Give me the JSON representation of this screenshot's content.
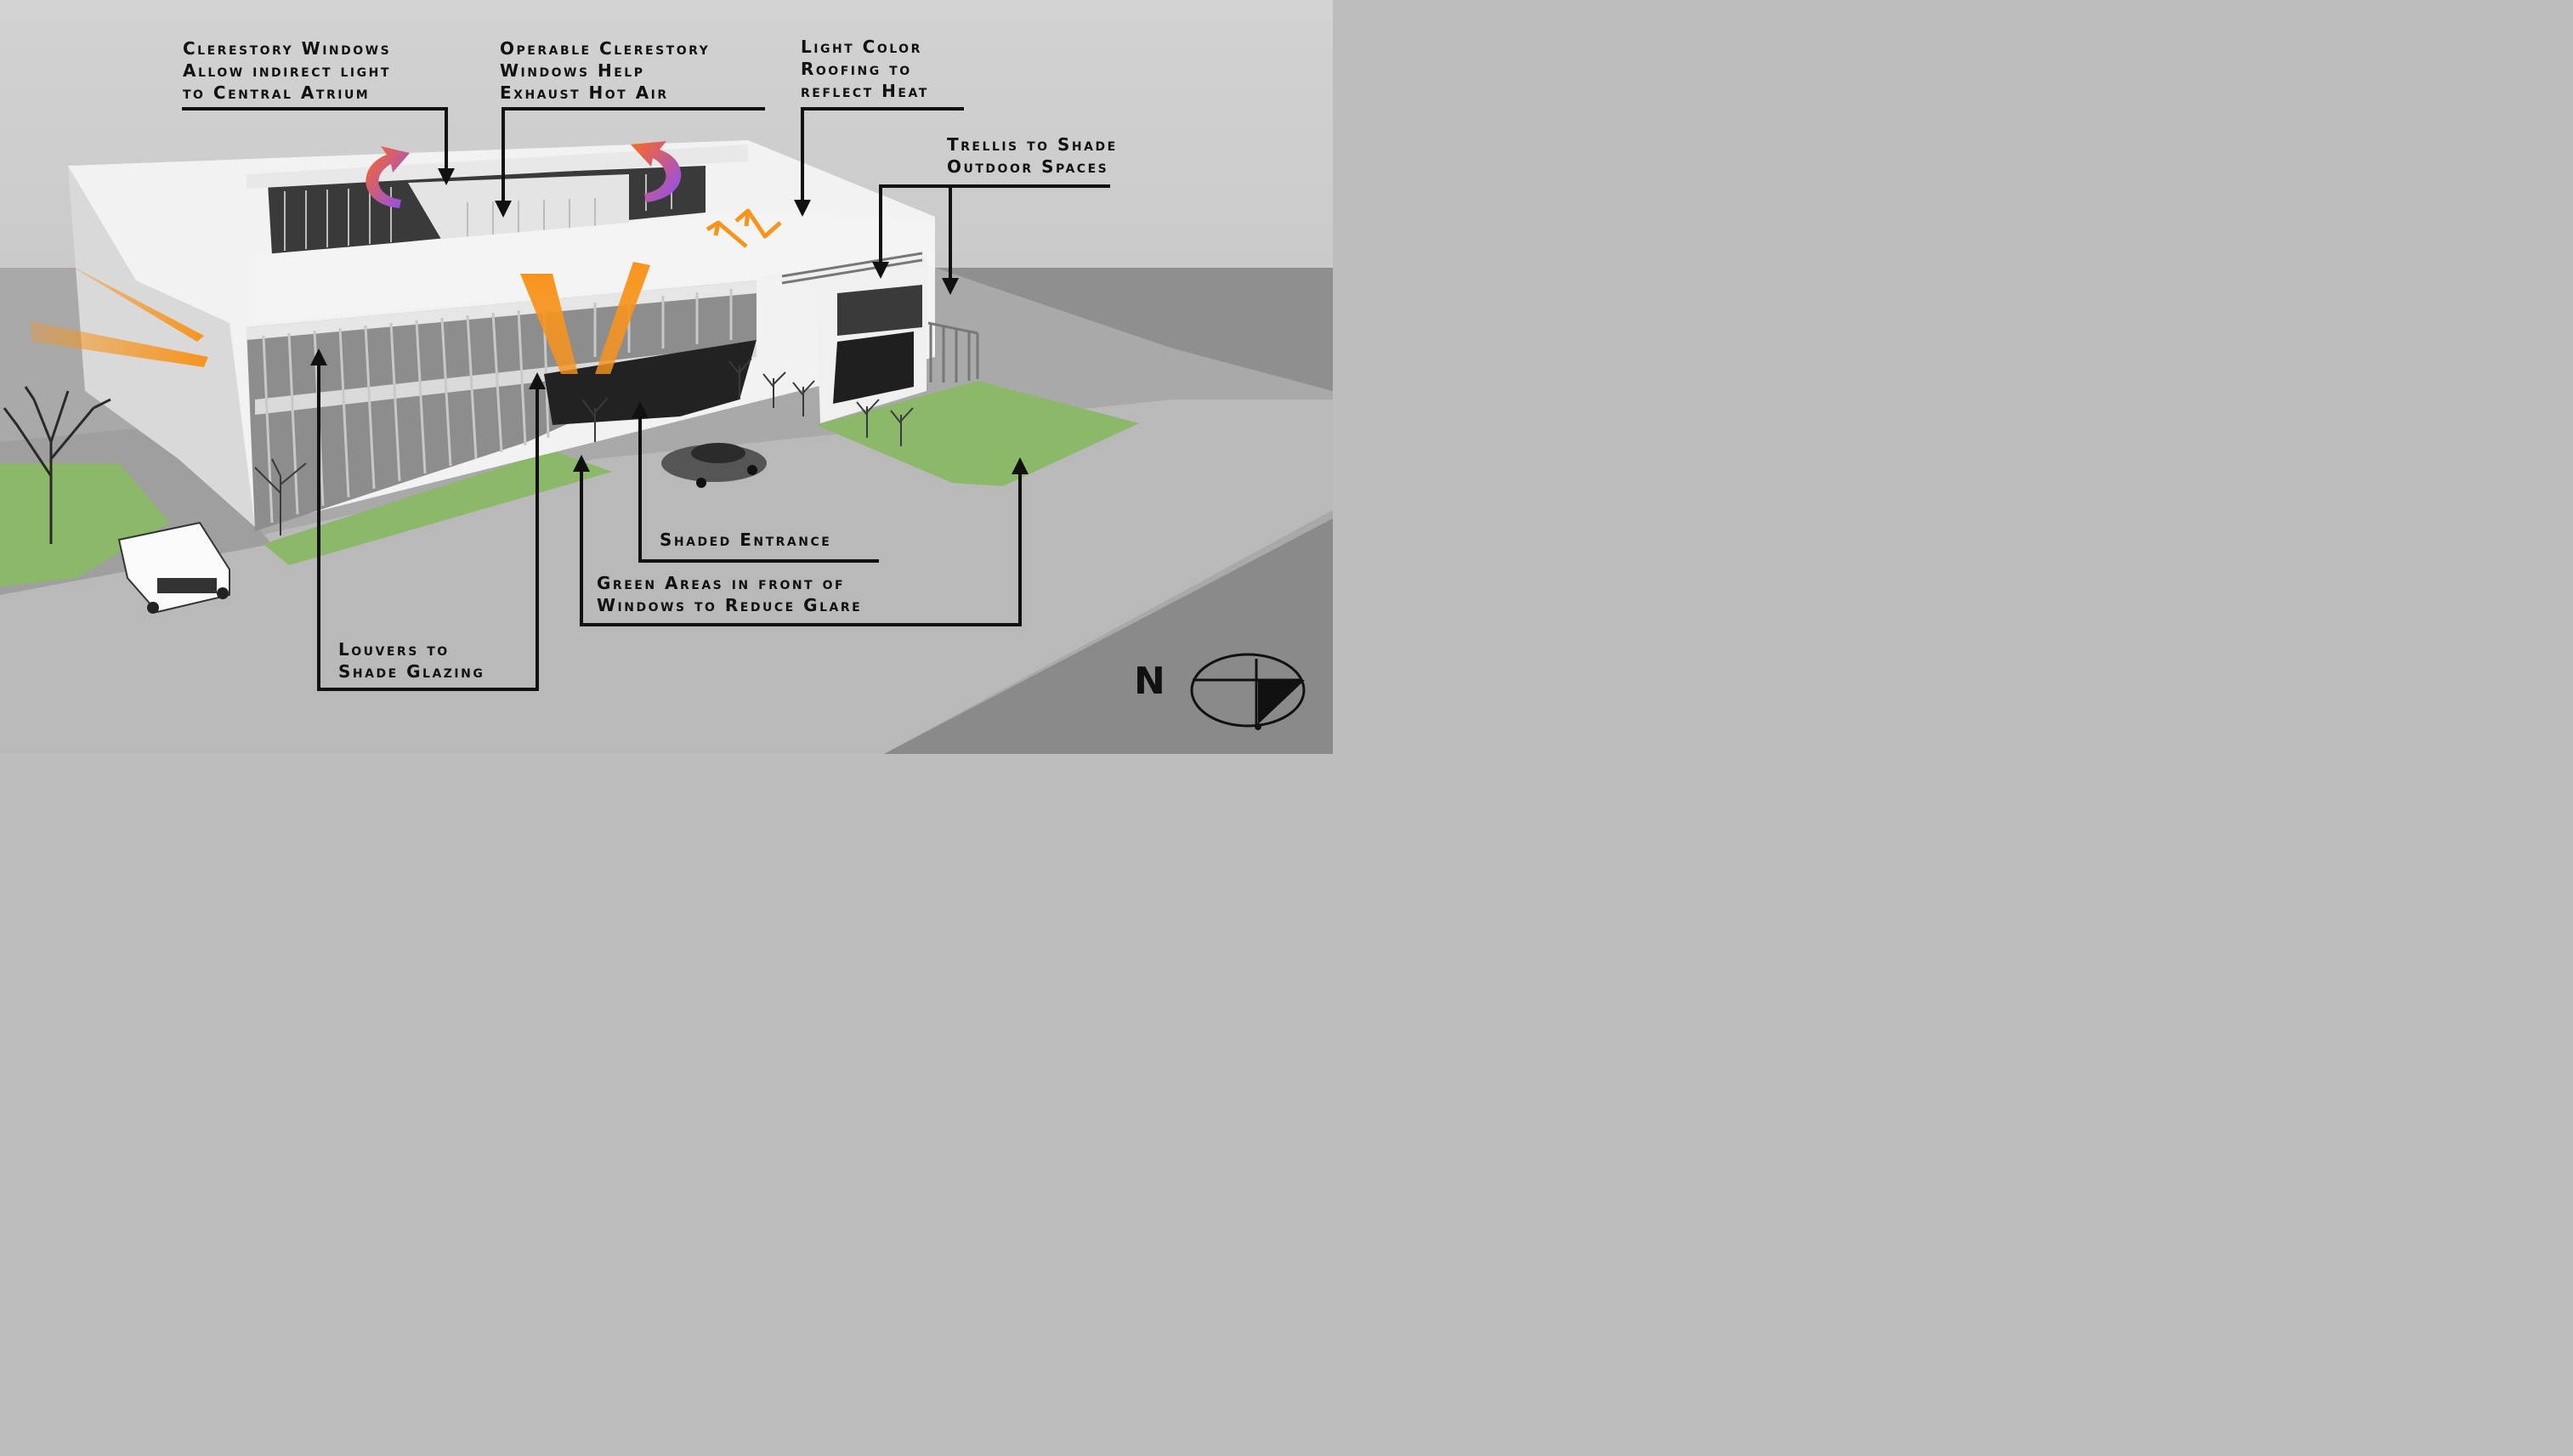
{
  "annotations": {
    "clerestory": {
      "lines": [
        "Clerestory Windows",
        "Allow indirect light",
        "to Central Atrium"
      ]
    },
    "operable": {
      "lines": [
        "Operable Clerestory",
        "Windows Help",
        "Exhaust Hot Air"
      ]
    },
    "roofing": {
      "lines": [
        "Light Color",
        "Roofing to",
        "reflect Heat"
      ]
    },
    "trellis": {
      "lines": [
        "Trellis to Shade",
        "Outdoor Spaces"
      ]
    },
    "entrance": {
      "lines": [
        "Shaded Entrance"
      ]
    },
    "green": {
      "lines": [
        "Green Areas in front of",
        "Windows to Reduce Glare"
      ]
    },
    "louvers": {
      "lines": [
        "Louvers to",
        "Shade Glazing"
      ]
    }
  },
  "compass": {
    "label": "N"
  },
  "colors": {
    "sun_arrow": "#f7941d",
    "air_arrow_start": "#ff6a1a",
    "air_arrow_end": "#8a4dff",
    "grass": "#8cb86a",
    "ground": "#bdbdbd",
    "road": "#9a9a9a",
    "building": "#f2f2f2",
    "leader": "#111111"
  }
}
